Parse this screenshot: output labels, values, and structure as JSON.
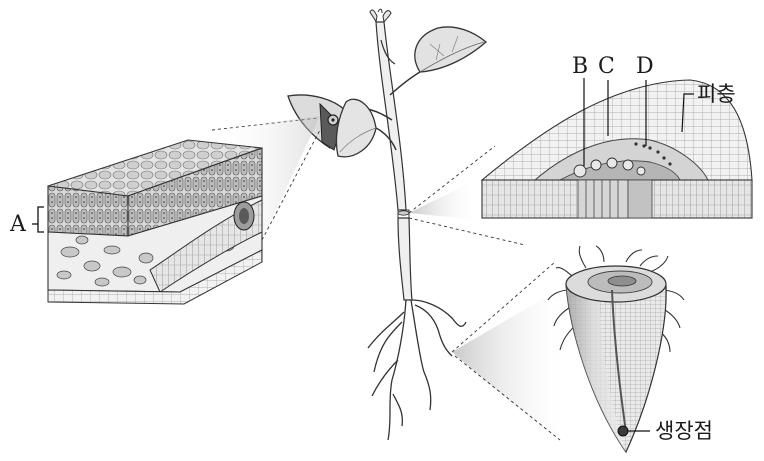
{
  "diagram": {
    "labels": {
      "a": "A",
      "b": "B",
      "c": "C",
      "d": "D",
      "epidermis_layer": "피층",
      "growing_point": "생장점"
    }
  }
}
